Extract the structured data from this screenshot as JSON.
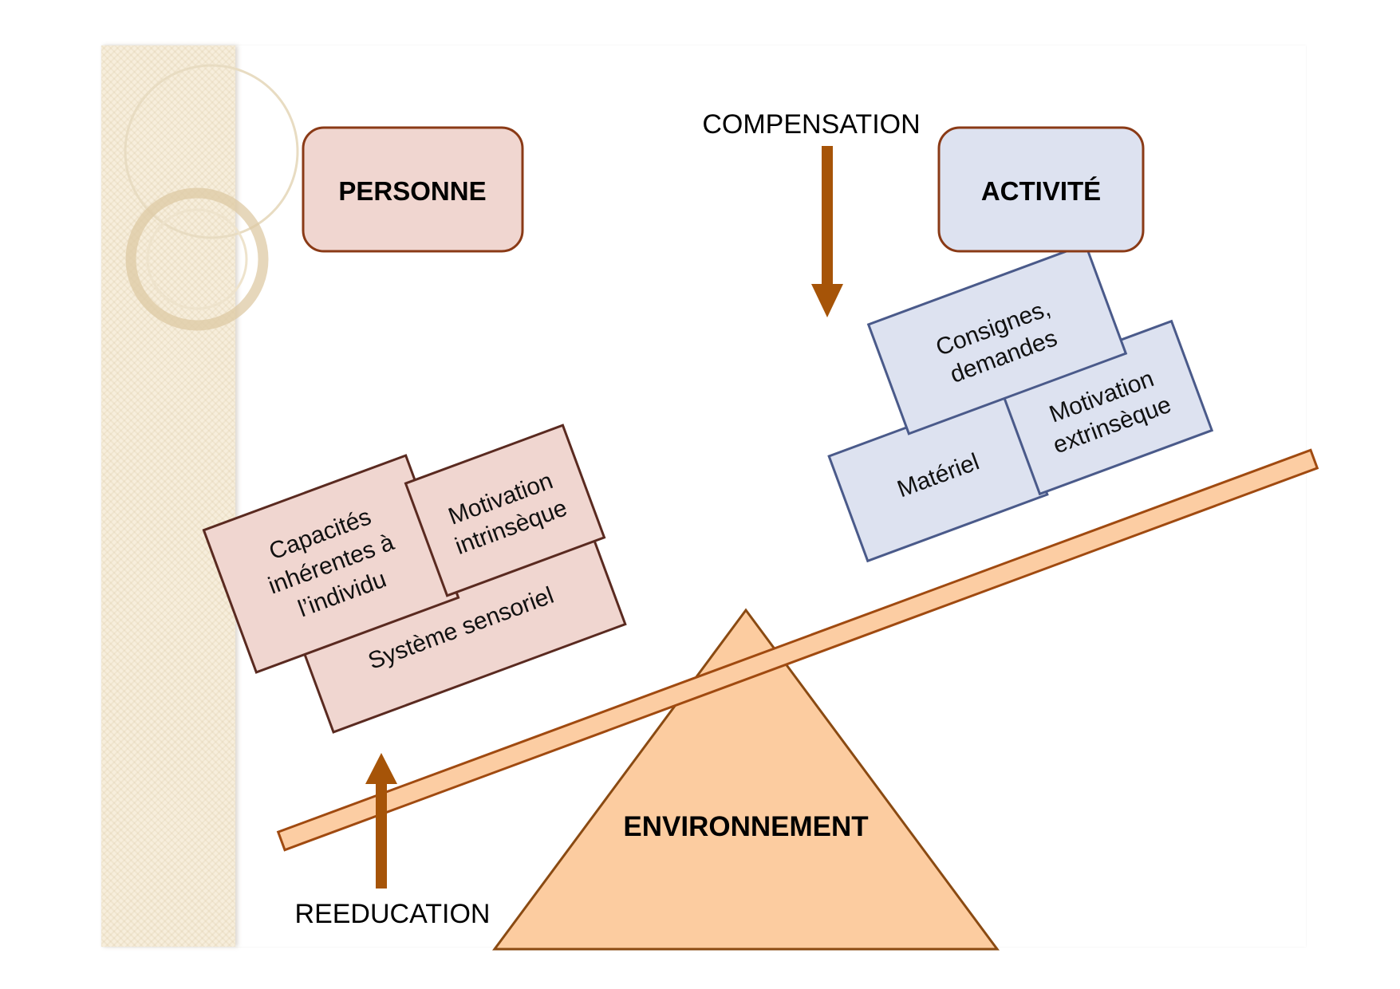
{
  "slide": {
    "person_box": "PERSONNE",
    "activity_box": "ACTIVITÉ",
    "compensation": "COMPENSATION",
    "reeducation": "REEDUCATION",
    "environment": "ENVIRONNEMENT",
    "person_blocks": {
      "sensory": "Système sensoriel",
      "capacities": [
        "Capacités",
        "inhérentes à",
        "l’individu"
      ],
      "intrinsic": [
        "Motivation",
        "intrinsèque"
      ]
    },
    "activity_blocks": {
      "instructions": [
        "Consignes,",
        "demandes"
      ],
      "material": "Matériel",
      "extrinsic": [
        "Motivation",
        "extrinsèque"
      ]
    }
  },
  "colors": {
    "person_fill": "#f0d6d0",
    "person_stroke": "#5a2a20",
    "activity_fill": "#dde2f0",
    "activity_stroke": "#4a5a8a",
    "plank_fill": "#fccda3",
    "plank_stroke": "#a04a10",
    "arrow": "#a65408",
    "environment_fill": "#fccca0"
  }
}
